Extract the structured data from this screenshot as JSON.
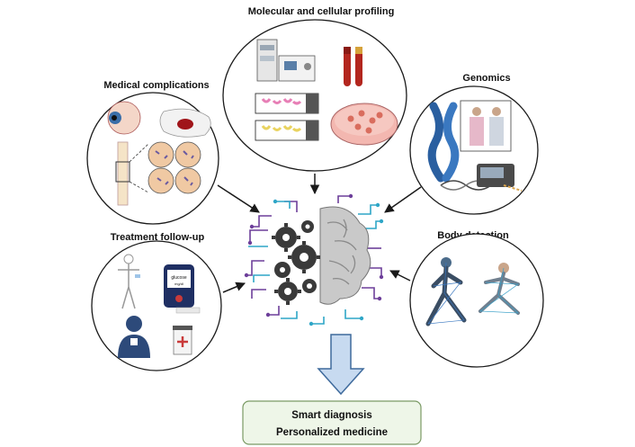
{
  "labels": {
    "molecular": "Molecular and cellular profiling",
    "complications": "Medical complications",
    "genomics": "Genomics",
    "treatment": "Treatment follow-up",
    "body": "Body detection"
  },
  "device_text": {
    "glucose": "glucose",
    "unit": "mg/dl"
  },
  "output": {
    "line1": "Smart diagnosis",
    "line2": "Personalized medicine"
  },
  "colors": {
    "arrow": "#1a1a1a",
    "big_arrow_fill": "#c7daf0",
    "big_arrow_stroke": "#3e6a9c",
    "output_fill": "#eef6e8",
    "output_stroke": "#7a9a64",
    "gear": "#3a3a3a",
    "brain": "#c9c9c9",
    "circuit_purple": "#6d3f9a",
    "circuit_teal": "#2fa6c7"
  },
  "icons": [
    "eye-icon",
    "foot-icon",
    "cells-icon",
    "bone-icon",
    "lab-analyzer-icon",
    "test-tubes-icon",
    "gel-plate-icon",
    "petri-dish-icon",
    "chromosome-icon",
    "patient-icon",
    "dna-icon",
    "sequencer-icon",
    "human-body-icon",
    "glucometer-icon",
    "doctor-icon",
    "pill-bottle-icon",
    "walker-icon",
    "runner-icon",
    "gears-icon",
    "brain-icon"
  ]
}
